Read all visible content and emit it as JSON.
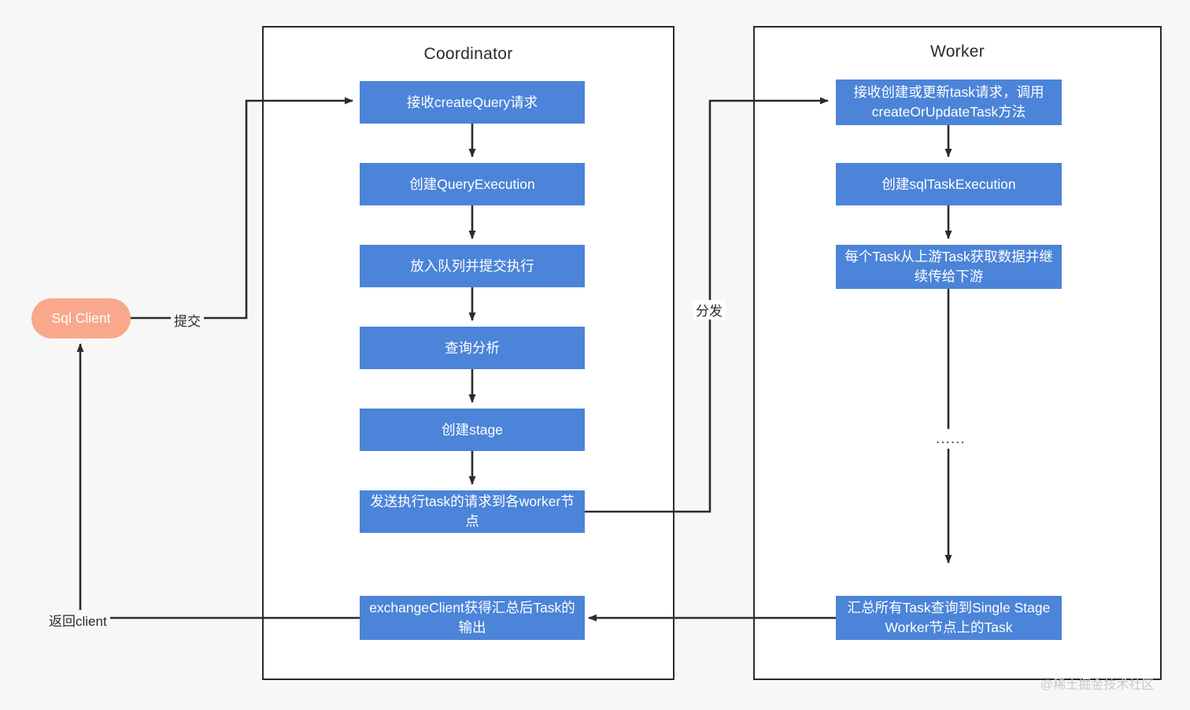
{
  "diagram": {
    "title_coordinator": "Coordinator",
    "title_worker": "Worker",
    "client": {
      "label": "Sql Client"
    },
    "coordinator_steps": [
      {
        "id": "recv-create-query",
        "label": "接收createQuery请求"
      },
      {
        "id": "create-query-execution",
        "label": "创建QueryExecution"
      },
      {
        "id": "enqueue-submit",
        "label": "放入队列并提交执行"
      },
      {
        "id": "query-analyze",
        "label": "查询分析"
      },
      {
        "id": "create-stage",
        "label": "创建stage"
      },
      {
        "id": "send-task-request",
        "label": "发送执行task的请求到各worker节点"
      },
      {
        "id": "exchange-client-output",
        "label": "exchangeClient获得汇总后Task的输出"
      }
    ],
    "worker_steps": [
      {
        "id": "recv-create-or-update-task",
        "label": "接收创建或更新task请求，调用createOrUpdateTask方法"
      },
      {
        "id": "create-sql-task-execution",
        "label": "创建sqlTaskExecution"
      },
      {
        "id": "task-fetch-upstream",
        "label": "每个Task从上游Task获取数据并继续传给下游"
      },
      {
        "id": "aggregate-single-stage",
        "label": "汇总所有Task查询到Single Stage Worker节点上的Task"
      }
    ],
    "edge_labels": {
      "submit": "提交",
      "dispatch": "分发",
      "return_client": "返回client"
    },
    "ellipsis": "......",
    "watermark": "@稀土掘金技术社区",
    "colors": {
      "node_blue": "#4b84d8",
      "client_salmon": "#f9a88c",
      "line": "#2b2b2b",
      "canvas_bg": "#f7f7f7",
      "container_bg": "#ffffff"
    }
  }
}
